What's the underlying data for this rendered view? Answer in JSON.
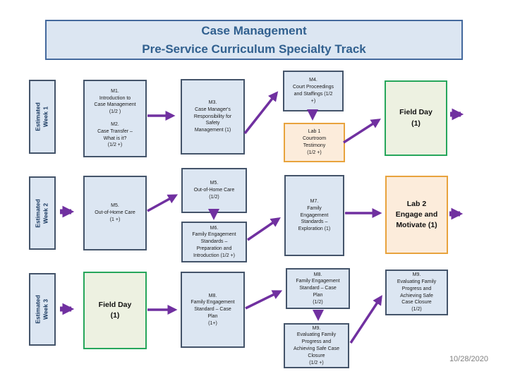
{
  "title": {
    "line1": "Case Management",
    "line2": "Pre-Service Curriculum Specialty Track"
  },
  "date": "10/28/2020",
  "colors": {
    "arrow_purple": "#7030a0",
    "box_fill_blue": "#dce6f2",
    "box_border_slate": "#44546a",
    "field_day_border_green": "#26a65b",
    "field_day_fill": "#edf1e1",
    "lab_border_orange": "#e8a33d",
    "lab_fill": "#fcecdb",
    "title_text_blue": "#31608f",
    "date_gray": "#7f7f7f"
  },
  "week_labels": [
    {
      "text": "Estimated\nWeek 1"
    },
    {
      "text": "Estimated\nWeek 2"
    },
    {
      "text": "Estimated\nWeek 3"
    }
  ],
  "modules": {
    "m1": "M1.\nIntroduction to\nCase Management\n(1/2 )",
    "m2": "M2.\nCase Transfer –\nWhat is it?\n(1/2 +)",
    "m3": "M3.\nCase Manager's\nResponsibility for\nSafety\nManagement (1)",
    "m4": "M4.\nCourt Proceedings\nand Staffings (1/2\n+)",
    "lab1": "Lab 1\nCourtroom\nTestimony\n(1/2 +)",
    "field_day_week1": "Field Day\n(1)",
    "m5_full": "M5.\nOut-of-Home Care\n(1 +)",
    "m5_half": "M5.\nOut-of-Home Care\n(1/2)",
    "m6": "M6.\nFamily Engagement\nStandards –\nPreparation and\nIntroduction (1/2 +)",
    "m7": "M7.\nFamily\nEngagement\nStandards –\nExploration (1)",
    "lab2": "Lab 2\nEngage and\nMotivate (1)",
    "field_day_week3": "Field Day\n(1)",
    "m8_full": "M8.\nFamily Engagement\nStandard – Case\nPlan\n(1+)",
    "m8_half": "M8.\nFamily Engagement\nStandard – Case\nPlan\n(1/2)",
    "m9_full": "M9.\nEvaluating Family\nProgress and\nAchieving Safe Case\nClosure\n(1/2 +)",
    "m9_half": "M9.\nEvaluating Family\nProgress and\nAchieving Safe\nCase Closure\n(1/2)"
  }
}
